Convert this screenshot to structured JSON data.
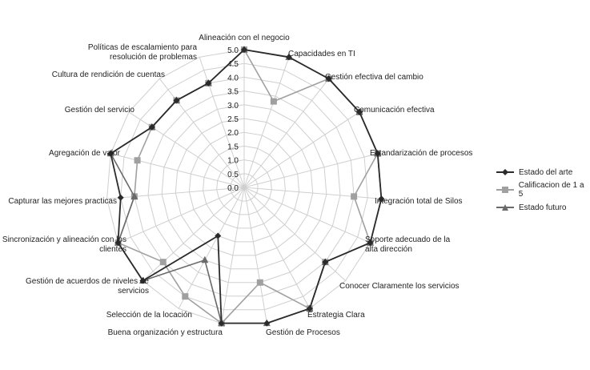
{
  "chart_data": {
    "type": "radar",
    "categories": [
      "Alineación con el negocio",
      "Capacidades en TI",
      "Gestión efectiva del cambio",
      "Comunicación efectiva",
      "Estandarización de procesos",
      "Integración total de Silos",
      "Soporte adecuado de la alta dirección",
      "Conocer Claramente los servicios",
      "Estrategia Clara",
      "Gestión de Procesos",
      "Buena organización y estructura",
      "Selección de la locación",
      "Gestión de acuerdos de niveles de servicios",
      "Sincronización y alineación con los clientes",
      "Capturar las mejores practicas",
      "Agregación de valor",
      "Gestión del servicio",
      "Cultura de rendición de cuentas",
      "Políticas de escalamiento para resolución de problemas"
    ],
    "radial_ticks": [
      "0.0",
      "0.5",
      "1.0",
      "1.5",
      "2.0",
      "2.5",
      "3.0",
      "3.5",
      "4.0",
      "4.5",
      "5.0"
    ],
    "rlim": [
      0,
      5
    ],
    "series": [
      {
        "name": "Estado del arte",
        "marker": "diamond",
        "color": "#2b2b2b",
        "values": [
          5.0,
          5.0,
          5.0,
          5.0,
          5.0,
          5.0,
          5.0,
          4.0,
          5.0,
          5.0,
          5.0,
          2.0,
          5.0,
          5.0,
          4.5,
          5.0,
          4.0,
          4.0,
          4.0
        ]
      },
      {
        "name": "Calificacion de 1 a 5",
        "marker": "square",
        "color": "#a0a0a0",
        "values": [
          5.0,
          3.3,
          5.0,
          5.0,
          5.0,
          4.0,
          5.0,
          4.0,
          5.0,
          3.5,
          5.0,
          4.5,
          4.0,
          5.0,
          4.0,
          4.0,
          4.0,
          4.0,
          4.0
        ]
      },
      {
        "name": "Estado futuro",
        "marker": "triangle",
        "color": "#6a6a6a",
        "values": [
          5.0,
          5.0,
          5.0,
          5.0,
          5.0,
          5.0,
          5.0,
          4.0,
          5.0,
          5.0,
          5.0,
          3.0,
          5.0,
          5.0,
          4.0,
          5.0,
          4.0,
          4.0,
          4.0
        ]
      }
    ],
    "legend": {
      "position": "right",
      "items": [
        "Estado del arte",
        "Calificacion de 1 a 5",
        "Estado futuro"
      ]
    },
    "grid": true
  }
}
